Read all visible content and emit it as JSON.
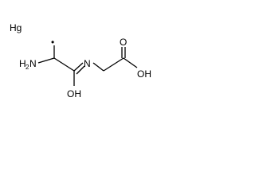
{
  "molecule": {
    "atoms": {
      "hg": "Hg",
      "amine_n": "H",
      "amine_sub": "2",
      "amine_n_letter": "N",
      "amide_n": "N",
      "amide_oh": "OH",
      "acid_o": "O",
      "acid_oh": "OH"
    },
    "radical_dot": "•"
  }
}
